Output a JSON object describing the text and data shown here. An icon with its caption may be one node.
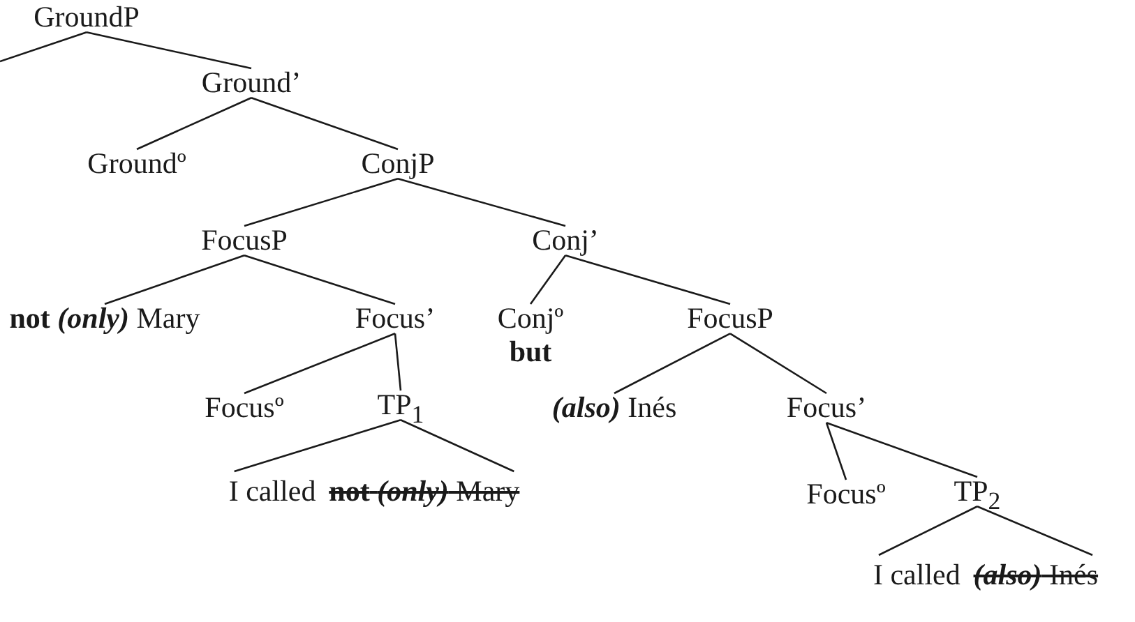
{
  "diagram": {
    "nodes": [
      {
        "text": [
          "GroundP"
        ]
      },
      {
        "text": [
          "Ground’"
        ]
      },
      {
        "text": [
          "Groundº"
        ]
      },
      {
        "text": [
          "ConjP"
        ]
      },
      {
        "text": [
          "FocusP"
        ]
      },
      {
        "text": [
          "Conj’"
        ]
      },
      {
        "text": [
          "**not** *(only)* Mary"
        ]
      },
      {
        "text": [
          "Focus’"
        ]
      },
      {
        "text": [
          "Conjº",
          "but"
        ]
      },
      {
        "text": [
          "FocusP"
        ]
      },
      {
        "text": [
          "Focusº"
        ]
      },
      {
        "text": [
          "TP$_{1}$"
        ]
      },
      {
        "text": [
          "*(also)* Inés"
        ]
      },
      {
        "text": [
          "Focus’"
        ]
      },
      {
        "text": [
          "I called",
          "**not** *(only)* Mary"
        ]
      },
      {
        "text": [
          "Focusº"
        ]
      },
      {
        "text": [
          "TP$_{2}$"
        ]
      },
      {
        "text": [
          "I called",
          "*(also)* Inés"
        ]
      }
    ],
    "edges": [
      {
        "from": 0,
        "to": null,
        "arrow": "none"
      },
      {
        "from": 0,
        "to": 1,
        "arrow": "none"
      },
      {
        "from": 1,
        "to": 2,
        "arrow": "none"
      },
      {
        "from": 1,
        "to": 3,
        "arrow": "none"
      },
      {
        "from": 3,
        "to": 4,
        "arrow": "none"
      },
      {
        "from": 3,
        "to": 5,
        "arrow": "none"
      },
      {
        "from": 4,
        "to": 6,
        "arrow": "none"
      },
      {
        "from": 4,
        "to": 7,
        "arrow": "none"
      },
      {
        "from": 5,
        "to": 8,
        "arrow": "none"
      },
      {
        "from": 5,
        "to": 9,
        "arrow": "none"
      },
      {
        "from": 7,
        "to": 10,
        "arrow": "none"
      },
      {
        "from": 7,
        "to": 11,
        "arrow": "none"
      },
      {
        "from": 9,
        "to": 12,
        "arrow": "none"
      },
      {
        "from": 9,
        "to": 13,
        "arrow": "none"
      },
      {
        "from": 11,
        "to": 14,
        "arrow": "none"
      },
      {
        "from": 13,
        "to": 15,
        "arrow": "none"
      },
      {
        "from": 13,
        "to": 16,
        "arrow": "none"
      },
      {
        "from": 16,
        "to": 17,
        "arrow": "none"
      }
    ]
  }
}
